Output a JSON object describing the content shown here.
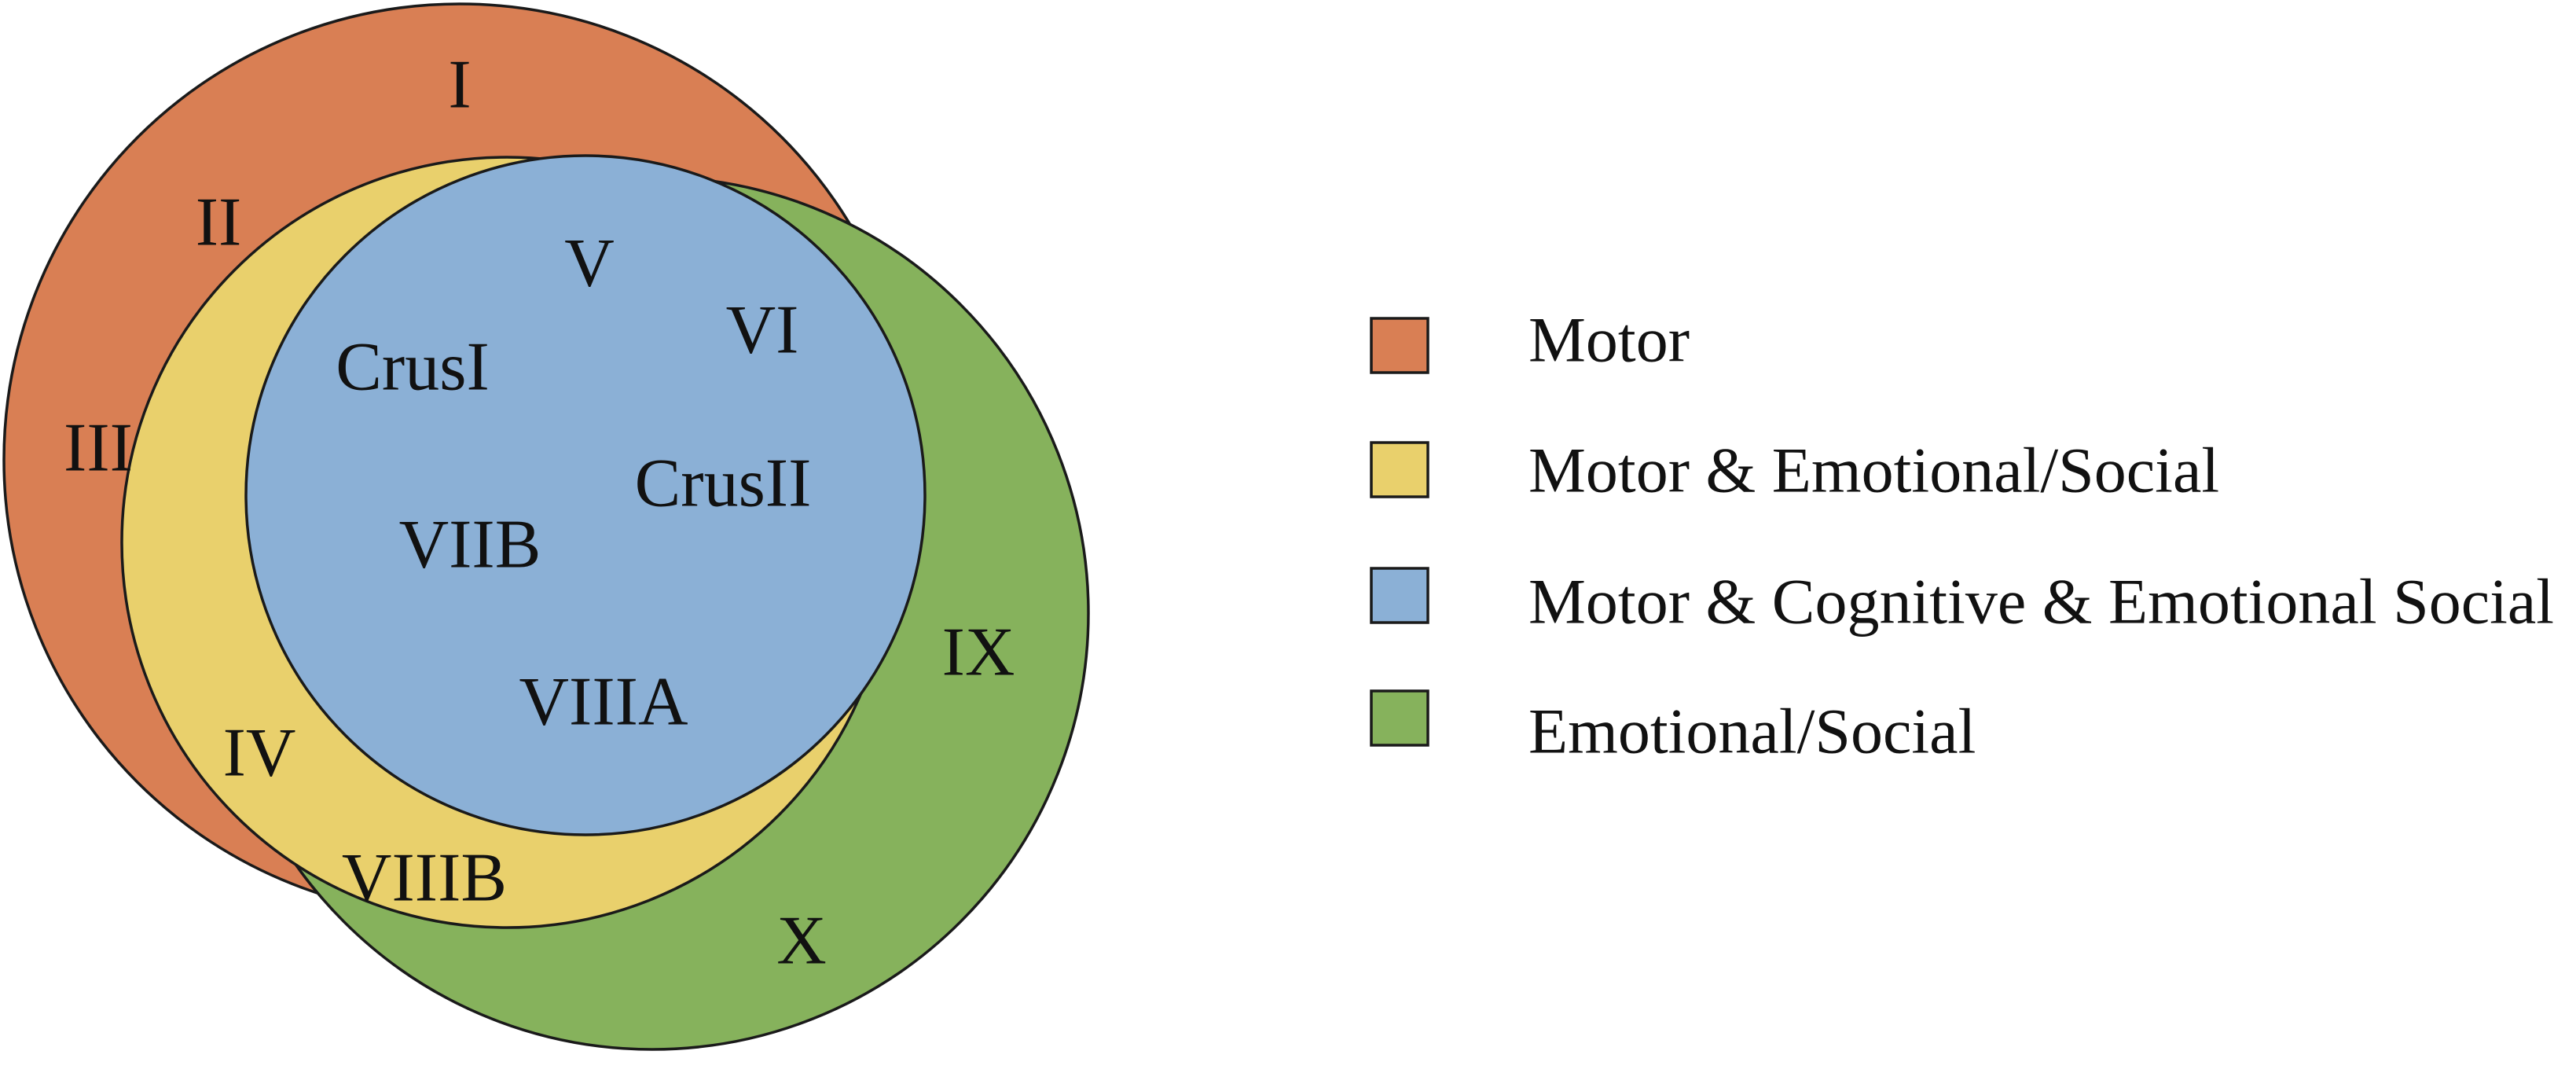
{
  "colors": {
    "motor": "#D97F54",
    "motor_emotional_social": "#E9D06C",
    "motor_cognitive_emotional_social": "#8BB0D6",
    "emotional_social": "#86B25C"
  },
  "regions": {
    "motor": [
      "I",
      "II",
      "III"
    ],
    "motor_emotional_social": [
      "IV",
      "VIIIB"
    ],
    "motor_cognitive_emotional_social": [
      "V",
      "VI",
      "CrusI",
      "CrusII",
      "VIIB",
      "VIIIA"
    ],
    "emotional_social": [
      "IX",
      "X"
    ]
  },
  "legend": [
    {
      "key": "motor",
      "label": "Motor"
    },
    {
      "key": "motor_emotional_social",
      "label": "Motor & Emotional/Social"
    },
    {
      "key": "motor_cognitive_emotional_social",
      "label": "Motor & Cognitive & Emotional Social"
    },
    {
      "key": "emotional_social",
      "label": "Emotional/Social"
    }
  ]
}
